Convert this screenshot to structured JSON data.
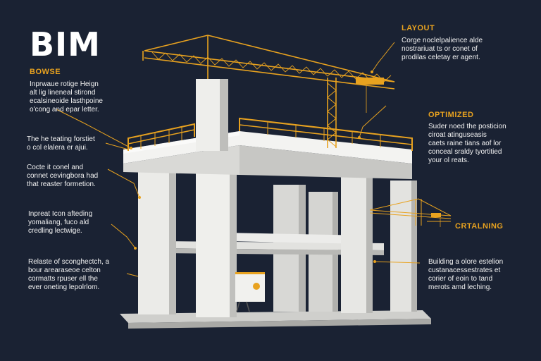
{
  "title": "BIM",
  "left_notes": [
    {
      "heading": "BOWSE",
      "lines": [
        "Inprwaue rotige Heign",
        "alt lig lineneal stirond",
        "ecalsineoide lasthpoine",
        "o'cong and epar letter."
      ]
    },
    {
      "heading": "",
      "lines": [
        "The he teating forstiet",
        "o col elalera er ajui."
      ]
    },
    {
      "heading": "",
      "lines": [
        "Cocte it conel and",
        "connet cevingbora had",
        "that reaster formetion."
      ]
    },
    {
      "heading": "",
      "lines": [
        "Inpreat Icon afteding",
        "yomaliang, fuco ald",
        "credling lectwige."
      ]
    },
    {
      "heading": "",
      "lines": [
        "Relaste of sconghectch, a",
        "bour arearaseoe celton",
        "cormatts rpuser ell the",
        "ever oneting lepolrlom."
      ]
    }
  ],
  "right_notes": [
    {
      "heading": "LAYOUT",
      "lines": [
        "Corge noclelpalience alde",
        "nostrariuat ts or conet of",
        "prodilas celetay er agent."
      ]
    },
    {
      "heading": "OPTIMIZED",
      "lines": [
        "Suder noed the posticion",
        "ciroat atinguseasis",
        "caets raine tians aof lor",
        "conceal sraldy tyortitied",
        "your ol reats."
      ]
    },
    {
      "heading": "CRTALNING",
      "lines": []
    },
    {
      "heading": "",
      "lines": [
        "Building a olore estelion",
        "custanacessestrates et",
        "corier of eoin to tand",
        "merots amd leching."
      ]
    }
  ],
  "colors": {
    "background": "#1a2233",
    "accent": "#e8a21f",
    "concrete": "#e6e6e4",
    "concrete_shadow": "#b9b9b6",
    "text": "#f2f2f2"
  }
}
